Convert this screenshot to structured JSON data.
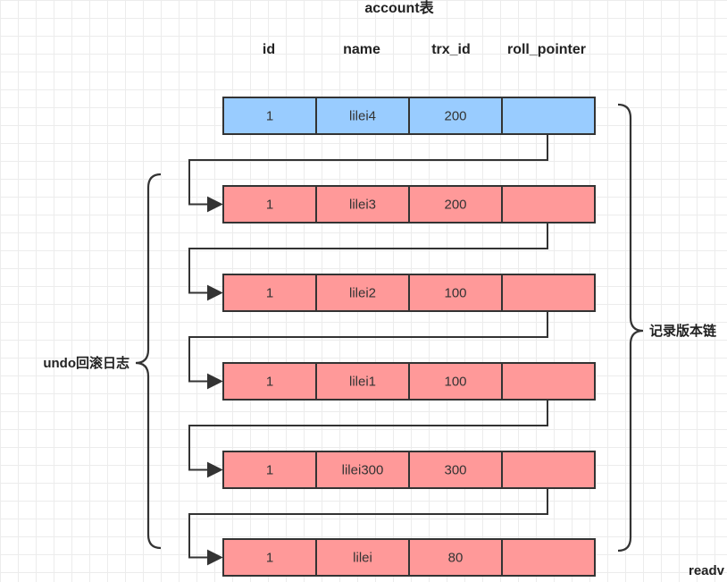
{
  "title": "account表",
  "columns": [
    "id",
    "name",
    "trx_id",
    "roll_pointer"
  ],
  "rows": [
    {
      "id": "1",
      "name": "lilei4",
      "trx_id": "200",
      "roll_pointer": "",
      "kind": "current"
    },
    {
      "id": "1",
      "name": "lilei3",
      "trx_id": "200",
      "roll_pointer": "",
      "kind": "undo"
    },
    {
      "id": "1",
      "name": "lilei2",
      "trx_id": "100",
      "roll_pointer": "",
      "kind": "undo"
    },
    {
      "id": "1",
      "name": "lilei1",
      "trx_id": "100",
      "roll_pointer": "",
      "kind": "undo"
    },
    {
      "id": "1",
      "name": "lilei300",
      "trx_id": "300",
      "roll_pointer": "",
      "kind": "undo"
    },
    {
      "id": "1",
      "name": "lilei",
      "trx_id": "80",
      "roll_pointer": "",
      "kind": "undo"
    }
  ],
  "left_label": "undo回滚日志",
  "right_label": "记录版本链",
  "corner_text": "readv",
  "colors": {
    "current_fill": "#99ccff",
    "undo_fill": "#ff9999",
    "stroke": "#333333"
  }
}
